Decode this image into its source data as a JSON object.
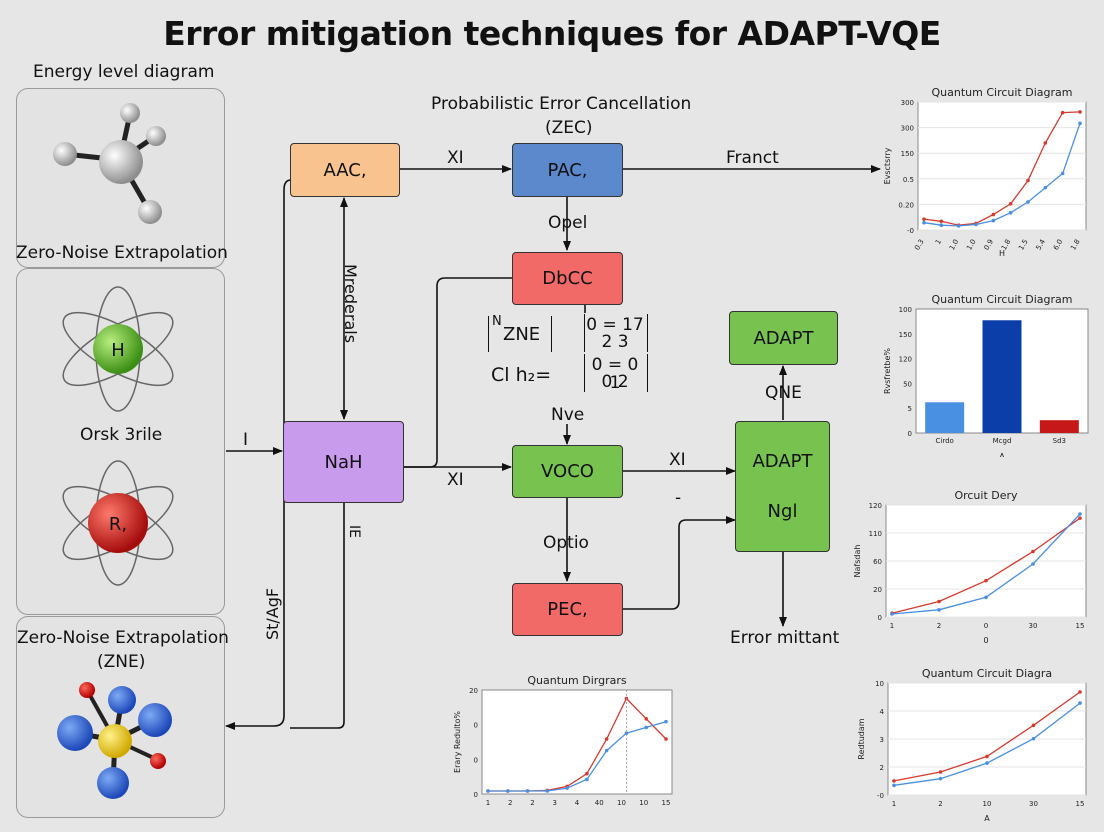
{
  "title": "Error mitigation techniques for ADAPT-VQE",
  "left": {
    "energy_label": "Energy level diagram",
    "zne_label": "Zero-Noise Extrapolation",
    "orsk_label": "Orsk 3rile",
    "atom1_letter": "H",
    "atom2_letter": "R,",
    "zne2_label_line1": "Zero-Noise Extrapolation",
    "zne2_label_line2": "(ZNE)"
  },
  "flow": {
    "pec_title_line1": "Probabilistic Error Cancellation",
    "pec_title_line2": "(ZEC)",
    "aac": "AAC,",
    "pac": "PAC,",
    "dbcc": "DbCC",
    "nah": "NaH",
    "voco": "VOCO",
    "pec": "PEC,",
    "adapt_top": "ADAPT",
    "adapt_main": "ADAPT",
    "ngl": "Ngl",
    "xi1": "XI",
    "xi2": "XI",
    "xi3": "XI",
    "franct": "Franct",
    "opel": "Opel",
    "mrederals": "Mrederals",
    "zne_matrix_label": "ZNE",
    "zne_matrix_super": "N",
    "matrix1_row1": "0 = 17",
    "matrix1_row2": "2    3",
    "ch2_label": "Cl h₂=",
    "matrix2_row1": "0 = 0 1",
    "matrix2_row2": "0    2",
    "nve": "Nve",
    "qne": "QNE",
    "optio": "Optio",
    "i_label": "I",
    "ie_label": "IE",
    "stagf": "St/AgF",
    "tick_dash": "-",
    "error_mitigant": "Error mittant"
  },
  "colors": {
    "orange": "#f8c38f",
    "blue": "#5b89cc",
    "red": "#f26a68",
    "purple": "#c99bec",
    "green": "#78c24f",
    "series_red": "#d63a2f",
    "series_blue": "#4a90e2"
  },
  "chart_data": [
    {
      "type": "line",
      "title": "Quantum Circuit Diagram",
      "ylabel": "Evsctsrry",
      "xlabel": "H",
      "x_ticks": [
        "0.3",
        "1",
        "1.0",
        "1.0",
        "0.9",
        "1.8",
        "1.5",
        "5.4",
        "6.0",
        "1.8"
      ],
      "y_ticks": [
        "300",
        "300",
        "150",
        "0.5",
        "0.20",
        "-0"
      ],
      "series": [
        {
          "values": [
            0.22,
            0.16,
            0.05,
            0.1,
            0.35,
            0.65,
            1.3,
            2.35,
            3.2,
            3.22
          ]
        },
        {
          "values": [
            0.12,
            0.05,
            0.03,
            0.07,
            0.18,
            0.4,
            0.7,
            1.1,
            1.5,
            2.9
          ]
        }
      ]
    },
    {
      "type": "bar",
      "title": "Quantum Circuit Diagram",
      "ylabel": "Rvsfretbe%",
      "xlabel": "A",
      "categories": [
        "Cirdo",
        "Mcgd",
        "Sd3"
      ],
      "values": [
        6,
        22,
        2.5
      ],
      "y_ticks": [
        "100",
        "150",
        "120",
        "50",
        "5",
        "0"
      ],
      "colors": [
        "#4a90e2",
        "#0b3ea8",
        "#c61818"
      ]
    },
    {
      "type": "line",
      "title": "Orcuit Dery",
      "ylabel": "Nafsdah",
      "xlabel": "0",
      "x_ticks": [
        "1",
        "2",
        "0",
        "30",
        "15"
      ],
      "y_ticks": [
        "120",
        "110",
        "60",
        "20",
        "0"
      ],
      "series": [
        {
          "values": [
            1,
            15,
            40,
            75,
            115
          ]
        },
        {
          "values": [
            0,
            5,
            20,
            60,
            120
          ]
        }
      ]
    },
    {
      "type": "line",
      "title": "Quantum Dirgrars",
      "ylabel": "Erary Redulto%",
      "xlabel": "",
      "x_ticks": [
        "1",
        "2",
        "2",
        "3",
        "4",
        "40",
        "10",
        "10",
        "15"
      ],
      "y_ticks": [
        "20",
        "0",
        "0",
        "0"
      ],
      "series": [
        {
          "values": [
            0,
            0,
            0,
            0.1,
            0.8,
            3,
            9,
            16,
            12.5,
            9
          ]
        },
        {
          "values": [
            0,
            0,
            0,
            0,
            0.5,
            2,
            7,
            10,
            11,
            12
          ]
        }
      ]
    },
    {
      "type": "line",
      "title": "Quantum Circuit Diagra",
      "ylabel": "Redtudam",
      "xlabel": "A",
      "x_ticks": [
        "1",
        "2",
        "10",
        "30",
        "15"
      ],
      "y_ticks": [
        "10",
        "4",
        "3",
        "2",
        "-0"
      ],
      "series": [
        {
          "values": [
            1,
            1.8,
            3.2,
            6,
            9
          ]
        },
        {
          "values": [
            0.6,
            1.2,
            2.6,
            4.8,
            8
          ]
        }
      ]
    }
  ]
}
